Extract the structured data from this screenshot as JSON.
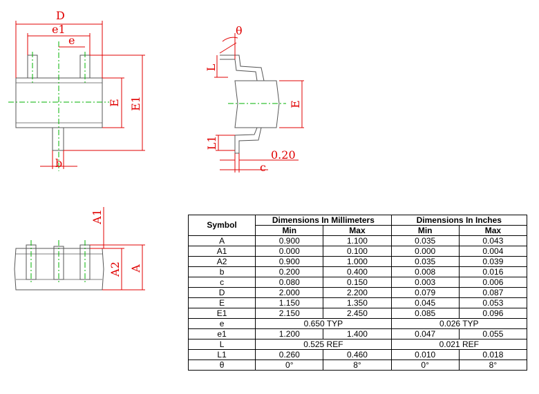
{
  "drawing": {
    "labels": {
      "D": "D",
      "e1": "e1",
      "e": "e",
      "E": "E",
      "E1": "E1",
      "b": "b",
      "theta": "θ",
      "L": "L",
      "L1": "L1",
      "gauge": "0.20",
      "c": "c",
      "A1": "A1",
      "A2": "A2",
      "A": "A"
    },
    "colors": {
      "outline": "#555555",
      "dimension": "#e00000",
      "centerline": "#00b000"
    }
  },
  "table": {
    "symbol_header": "Symbol",
    "mm_header": "Dimensions In Millimeters",
    "in_header": "Dimensions In Inches",
    "min_label": "Min",
    "max_label": "Max",
    "rows": [
      {
        "sym": "A",
        "mm_min": "0.900",
        "mm_max": "1.100",
        "in_min": "0.035",
        "in_max": "0.043"
      },
      {
        "sym": "A1",
        "mm_min": "0.000",
        "mm_max": "0.100",
        "in_min": "0.000",
        "in_max": "0.004"
      },
      {
        "sym": "A2",
        "mm_min": "0.900",
        "mm_max": "1.000",
        "in_min": "0.035",
        "in_max": "0.039"
      },
      {
        "sym": "b",
        "mm_min": "0.200",
        "mm_max": "0.400",
        "in_min": "0.008",
        "in_max": "0.016"
      },
      {
        "sym": "c",
        "mm_min": "0.080",
        "mm_max": "0.150",
        "in_min": "0.003",
        "in_max": "0.006"
      },
      {
        "sym": "D",
        "mm_min": "2.000",
        "mm_max": "2.200",
        "in_min": "0.079",
        "in_max": "0.087"
      },
      {
        "sym": "E",
        "mm_min": "1.150",
        "mm_max": "1.350",
        "in_min": "0.045",
        "in_max": "0.053"
      },
      {
        "sym": "E1",
        "mm_min": "2.150",
        "mm_max": "2.450",
        "in_min": "0.085",
        "in_max": "0.096"
      },
      {
        "sym": "e",
        "mm_span": "0.650 TYP",
        "in_span": "0.026 TYP"
      },
      {
        "sym": "e1",
        "mm_min": "1.200",
        "mm_max": "1.400",
        "in_min": "0.047",
        "in_max": "0.055"
      },
      {
        "sym": "L",
        "mm_span": "0.525 REF",
        "in_span": "0.021 REF"
      },
      {
        "sym": "L1",
        "mm_min": "0.260",
        "mm_max": "0.460",
        "in_min": "0.010",
        "in_max": "0.018"
      },
      {
        "sym": "θ",
        "mm_min": "0°",
        "mm_max": "8°",
        "in_min": "0°",
        "in_max": "8°"
      }
    ]
  }
}
